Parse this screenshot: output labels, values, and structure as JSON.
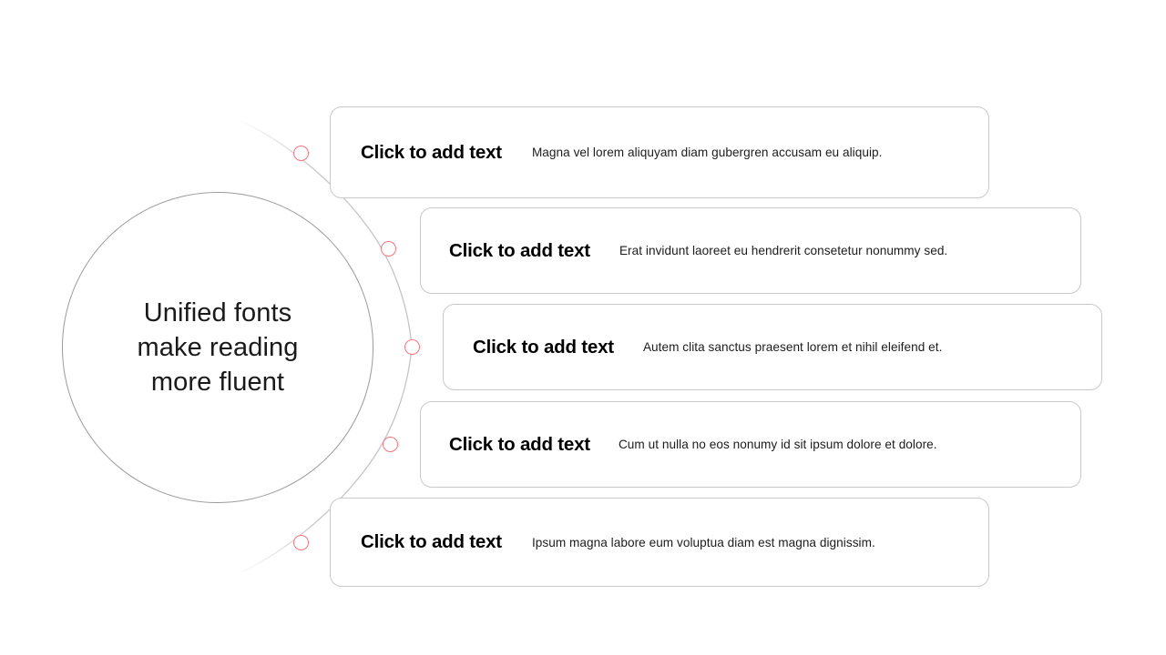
{
  "slide": {
    "background_color": "#ffffff",
    "center": {
      "label": "Unified fonts\nmake reading\nmore fluent",
      "shape": "circle",
      "outline_color": "#9a9a9a"
    },
    "marker_color": "#f2767d",
    "connector_color": "#d0d0d4",
    "card_border_color": "#c9c9c9",
    "items": [
      {
        "title": "Click to add text",
        "body": "Magna vel lorem aliquyam diam gubergren accusam eu aliquip.",
        "marker_name": "marker-1"
      },
      {
        "title": "Click to add text",
        "body": "Erat invidunt laoreet eu hendrerit consetetur nonummy sed.",
        "marker_name": "marker-2"
      },
      {
        "title": "Click to add text",
        "body": "Autem clita sanctus praesent lorem et nihil eleifend et.",
        "marker_name": "marker-3"
      },
      {
        "title": "Click to add text",
        "body": "Cum ut nulla no eos nonumy id sit ipsum dolore et dolore.",
        "marker_name": "marker-4"
      },
      {
        "title": "Click to add text",
        "body": "Ipsum magna labore eum voluptua diam est magna dignissim.",
        "marker_name": "marker-5"
      }
    ]
  }
}
